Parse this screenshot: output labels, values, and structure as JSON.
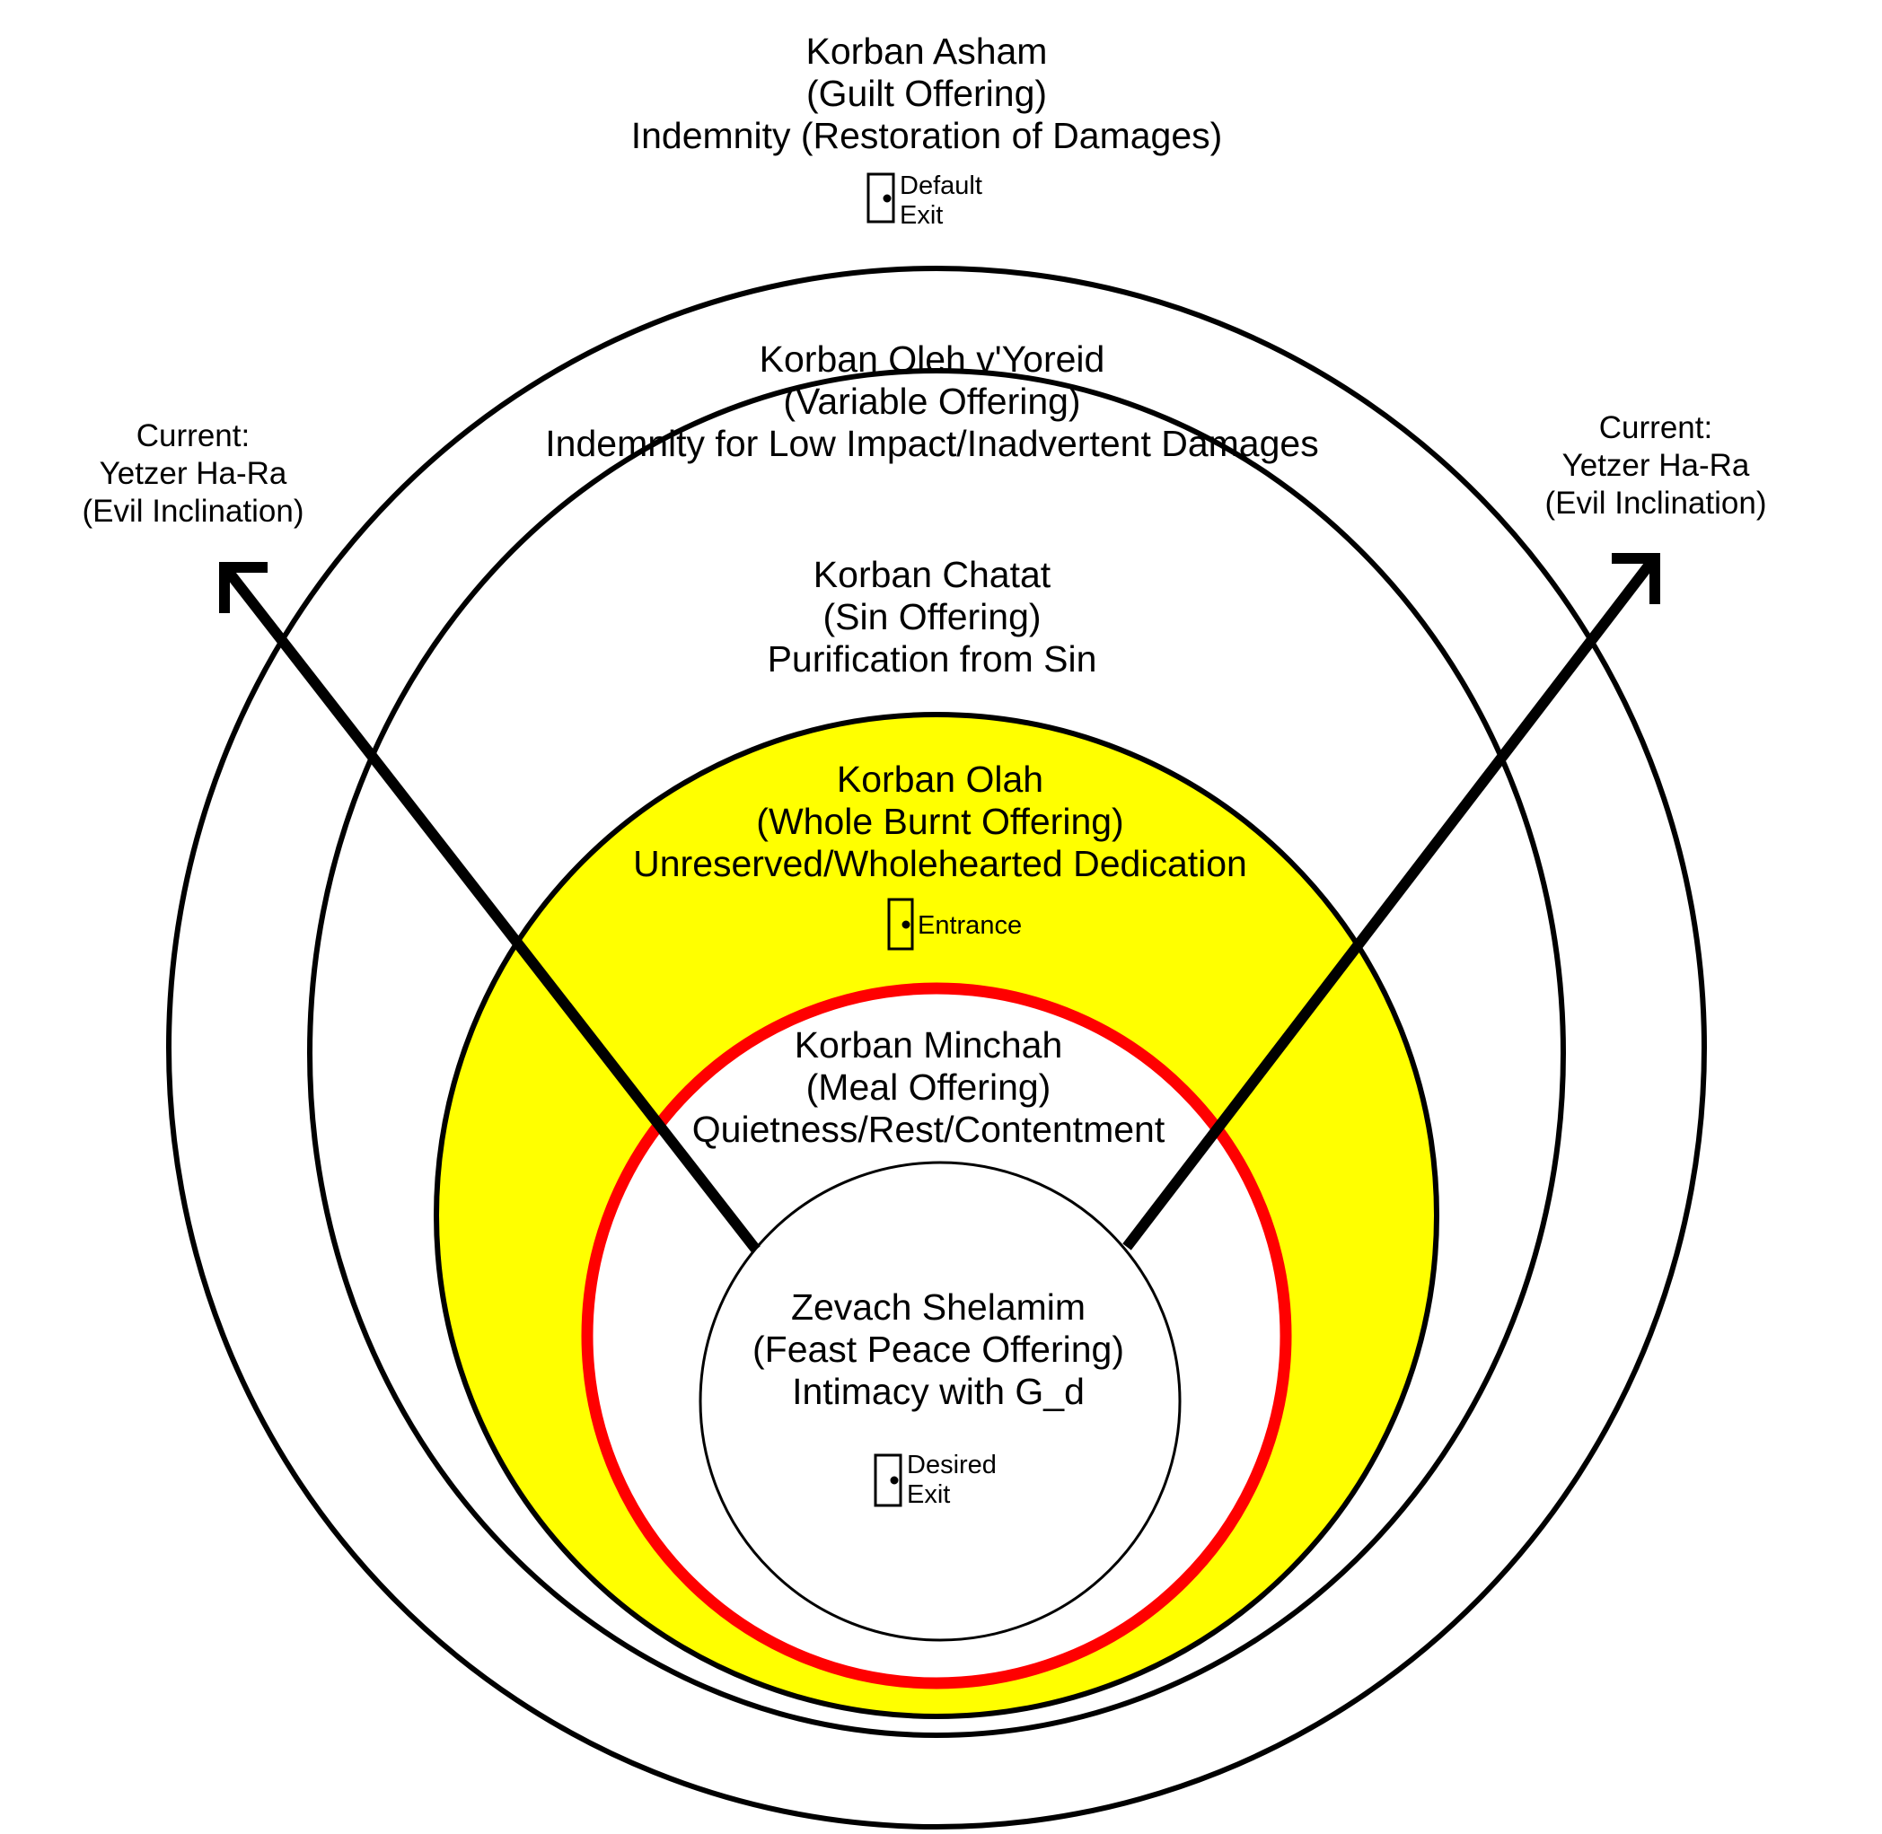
{
  "colors": {
    "ring_stroke": "#000000",
    "olah_fill": "#ffff00",
    "minchah_ring": "#ff0000",
    "background": "#ffffff"
  },
  "icons": [
    "door-icon"
  ],
  "asham": {
    "line1": "Korban Asham",
    "line2": "(Guilt Offering)",
    "line3": "Indemnity (Restoration of Damages)",
    "door_line1": "Default",
    "door_line2": "Exit"
  },
  "oleh": {
    "line1": "Korban Oleh v'Yoreid",
    "line2": "(Variable Offering)",
    "line3": "Indemnity for Low Impact/Inadvertent Damages"
  },
  "chatat": {
    "line1": "Korban Chatat",
    "line2": "(Sin Offering)",
    "line3": "Purification from Sin"
  },
  "olah": {
    "line1": "Korban Olah",
    "line2": "(Whole Burnt Offering)",
    "line3": "Unreserved/Wholehearted Dedication",
    "door_label": "Entrance"
  },
  "minchah": {
    "line1": "Korban Minchah",
    "line2": "(Meal Offering)",
    "line3": "Quietness/Rest/Contentment"
  },
  "shelamim": {
    "line1": "Zevach Shelamim",
    "line2": "(Feast Peace Offering)",
    "line3": "Intimacy with G_d",
    "door_line1": "Desired",
    "door_line2": "Exit"
  },
  "current_left": {
    "line1": "Current:",
    "line2": "Yetzer Ha-Ra",
    "line3": "(Evil Inclination)"
  },
  "current_right": {
    "line1": "Current:",
    "line2": "Yetzer Ha-Ra",
    "line3": "(Evil Inclination)"
  }
}
